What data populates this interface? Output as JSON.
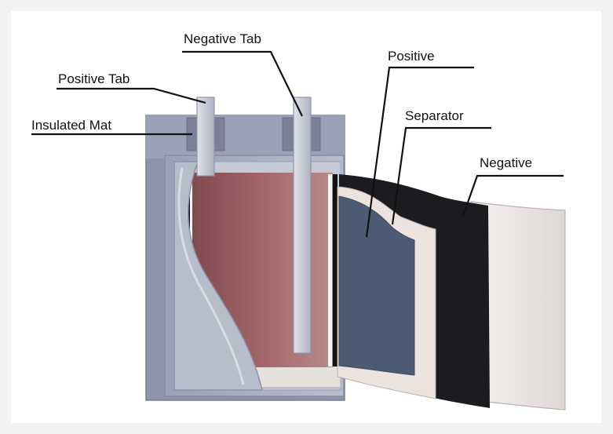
{
  "labels": {
    "negative_tab": "Negative Tab",
    "positive_tab": "Positive Tab",
    "insulated_mat": "Insulated Mat",
    "positive": "Positive",
    "separator": "Separator",
    "negative": "Negative"
  },
  "colors": {
    "background": "#f2f2f2",
    "canvas": "#ffffff",
    "case_outer": "#8f94ab",
    "case_inner": "#b7bccb",
    "cathode_core": "#9a5f63",
    "positive_sheet": "#4d5a73",
    "separator_sheet": "#ece3df",
    "negative_sheet": "#1c1b1f",
    "outer_sheet": "#f3eeee",
    "tab": "#c7ccd8",
    "leader_line": "#111111"
  }
}
